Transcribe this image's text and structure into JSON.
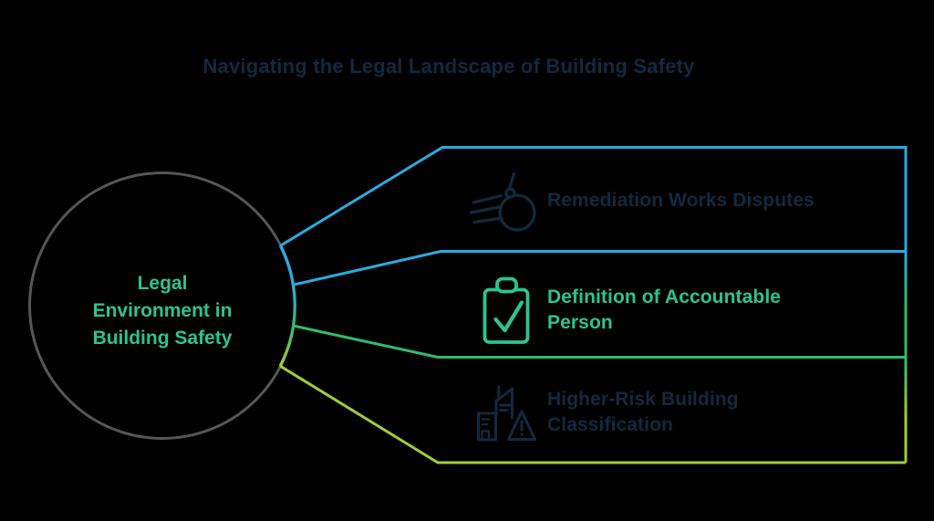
{
  "title": {
    "text": "Navigating the Legal Landscape of Building Safety"
  },
  "center_node": {
    "line1": "Legal",
    "line2": "Environment in",
    "line3": "Building Safety"
  },
  "branches": [
    {
      "label_line1": "Remediation Works Disputes",
      "label_line2": "",
      "icon": "wrecking-ball-icon",
      "line_color": "#29abe2",
      "text_color": "#12293e"
    },
    {
      "label_line1": "Definition of Accountable",
      "label_line2": "Person",
      "icon": "clipboard-check-icon",
      "line_color": "#2fbc70",
      "text_color": "#2bc492"
    },
    {
      "label_line1": "Higher-Risk Building",
      "label_line2": "Classification",
      "icon": "building-warning-icon",
      "line_color": "#a3cd39",
      "text_color": "#12293e"
    }
  ],
  "colors": {
    "background": "#000000",
    "title_text": "#12293e",
    "circle_outline": "#54565a",
    "center_text": "#2bc492",
    "navy_text": "#12293e",
    "blue": "#29abe2",
    "green": "#2fbc70",
    "yellow_green": "#a3cd39"
  }
}
